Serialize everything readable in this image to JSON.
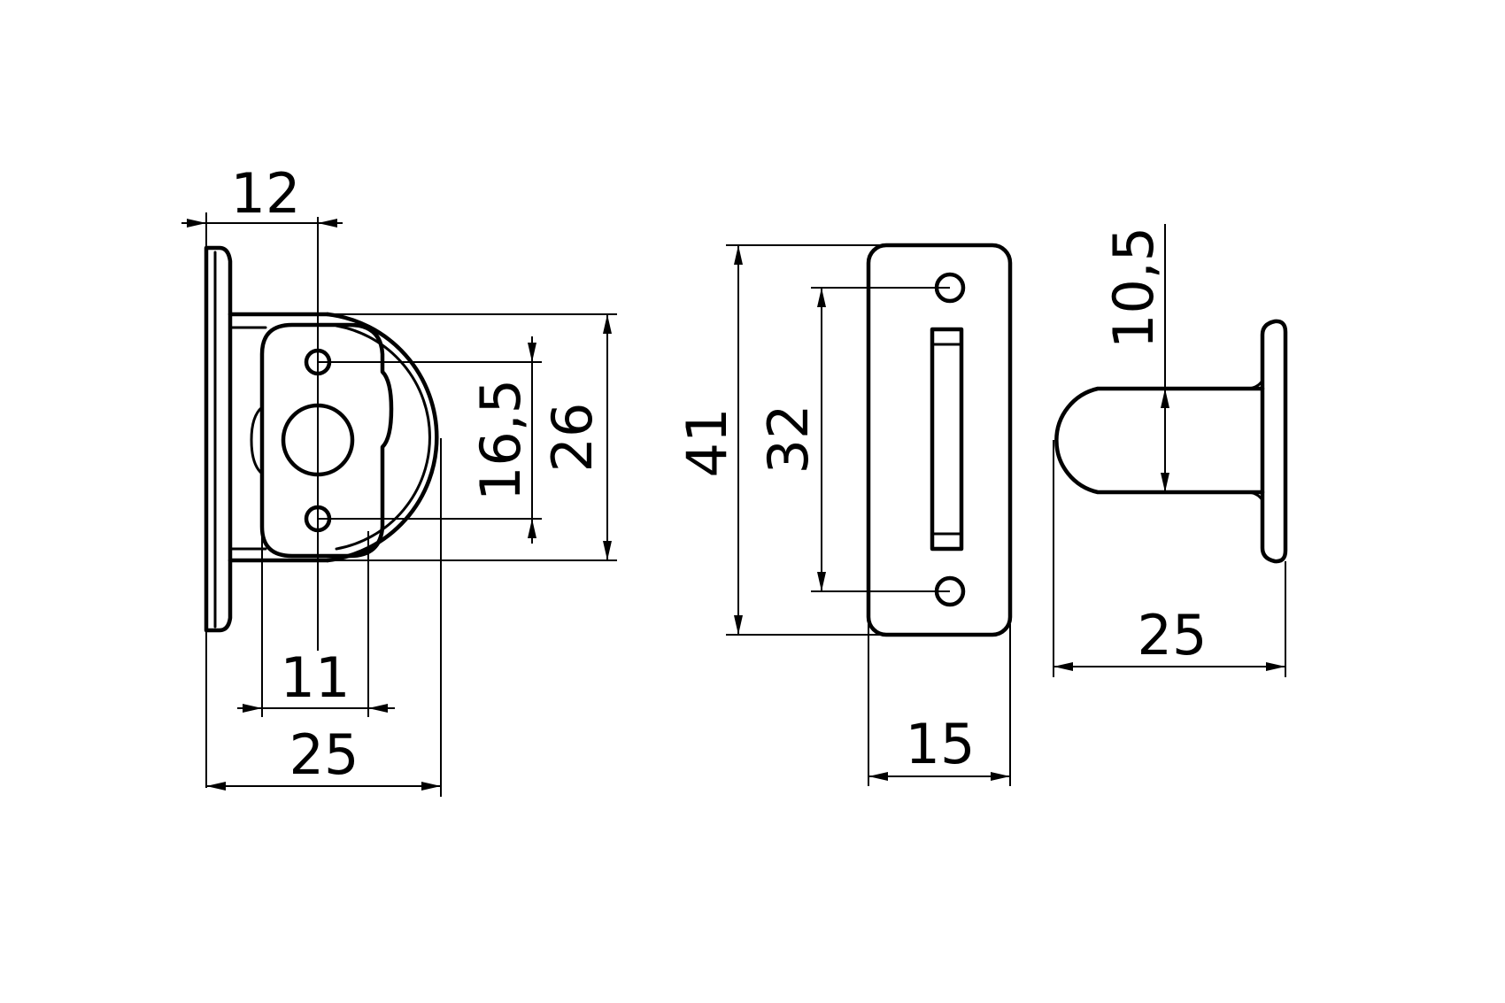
{
  "views": {
    "side": {
      "dimensions": {
        "top_width": "12",
        "hole_spacing": "16,5",
        "total_height": "26",
        "inner_width": "11",
        "total_width": "25"
      }
    },
    "front": {
      "dimensions": {
        "height": "41",
        "hole_spacing": "32",
        "width": "15"
      }
    },
    "profile": {
      "dimensions": {
        "thickness": "10,5",
        "depth": "25"
      }
    }
  },
  "colors": {
    "line": "#000000",
    "background": "#ffffff"
  }
}
